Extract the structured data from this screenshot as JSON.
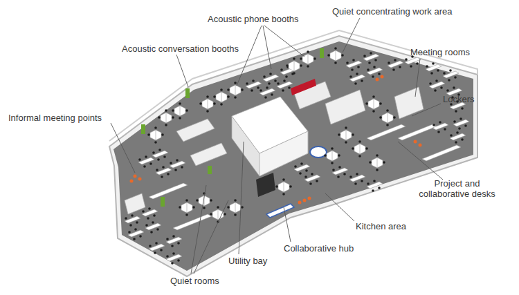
{
  "diagram": {
    "labels": [
      "Acoustic phone booths",
      "Quiet concentrating work area",
      "Meeting rooms",
      "Acoustic conversation booths",
      "Lockers",
      "Informal meeting points",
      "Project and collaborative desks",
      "Kitchen area",
      "Collaborative hub",
      "Utility bay",
      "Quiet rooms"
    ]
  }
}
